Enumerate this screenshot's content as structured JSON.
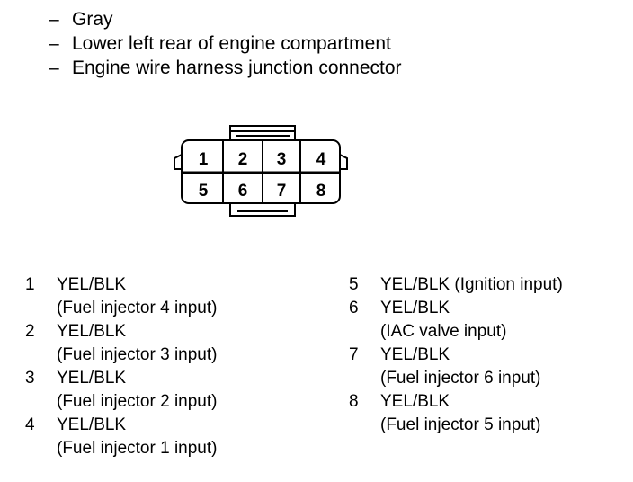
{
  "header": {
    "lines": [
      {
        "dash": "–",
        "text": "Gray"
      },
      {
        "dash": "–",
        "text": "Lower left rear of engine compartment"
      },
      {
        "dash": "–",
        "text": "Engine wire harness junction connector"
      }
    ]
  },
  "connector": {
    "top_row": [
      "1",
      "2",
      "3",
      "4"
    ],
    "bottom_row": [
      "5",
      "6",
      "7",
      "8"
    ]
  },
  "pins": [
    {
      "num": "1",
      "wire": "YEL/BLK",
      "desc": "(Fuel injector 4 input)"
    },
    {
      "num": "2",
      "wire": "YEL/BLK",
      "desc": "(Fuel injector 3 input)"
    },
    {
      "num": "3",
      "wire": "YEL/BLK",
      "desc": "(Fuel injector 2 input)"
    },
    {
      "num": "4",
      "wire": "YEL/BLK",
      "desc": "(Fuel injector 1 input)"
    },
    {
      "num": "5",
      "wire": "YEL/BLK (Ignition input)",
      "desc": ""
    },
    {
      "num": "6",
      "wire": "YEL/BLK",
      "desc": "(IAC valve input)"
    },
    {
      "num": "7",
      "wire": "YEL/BLK",
      "desc": "(Fuel injector 6 input)"
    },
    {
      "num": "8",
      "wire": "YEL/BLK",
      "desc": "(Fuel injector 5 input)"
    }
  ]
}
